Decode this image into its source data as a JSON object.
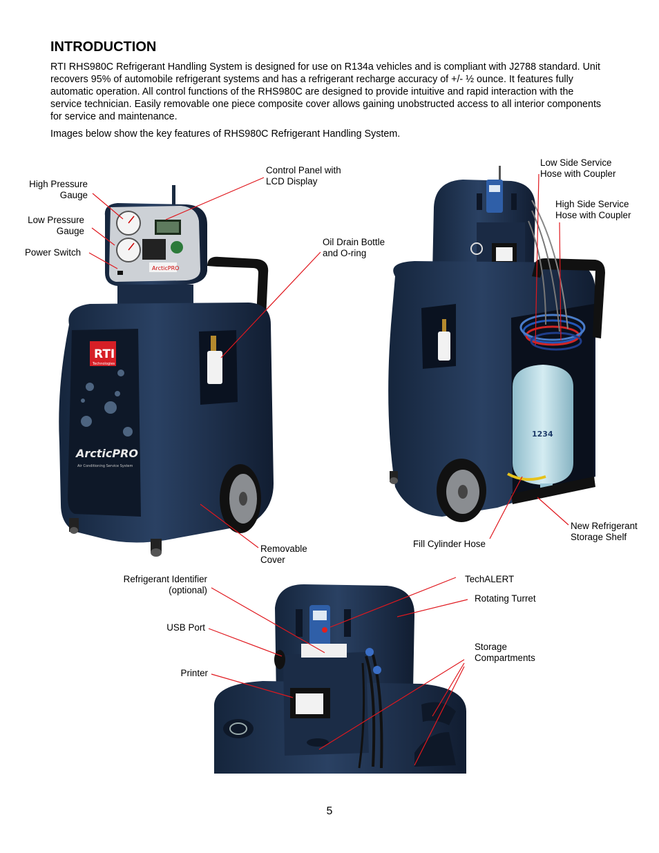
{
  "heading": "INTRODUCTION",
  "paragraphs": [
    "RTI RHS980C Refrigerant Handling System is designed for use on R134a vehicles and is compliant with J2788 standard.  Unit recovers 95% of automobile refrigerant systems and has a refrigerant recharge accuracy of +/- ½ ounce.   It features fully automatic operation.  All control functions of the RHS980C are designed to provide intuitive and rapid interaction with the service technician.  Easily removable one piece composite cover allows gaining unobstructed access to all interior components for service and maintenance.",
    "Images below show the key features of RHS980C Refrigerant Handling System."
  ],
  "labels": {
    "high_pressure_gauge": [
      "High Pressure",
      "Gauge"
    ],
    "low_pressure_gauge": [
      "Low Pressure",
      "Gauge"
    ],
    "power_switch": [
      "Power Switch"
    ],
    "control_panel": [
      "Control Panel with",
      "LCD Display"
    ],
    "oil_drain_bottle": [
      "Oil Drain Bottle",
      "and O-ring"
    ],
    "removable_cover": [
      "Removable",
      "Cover"
    ],
    "low_side_hose": [
      "Low Side Service",
      "Hose with Coupler"
    ],
    "high_side_hose": [
      "High Side Service",
      "Hose with Coupler"
    ],
    "fill_cylinder_hose": [
      "Fill Cylinder Hose"
    ],
    "refrigerant_shelf": [
      "New Refrigerant",
      "Storage Shelf"
    ],
    "refrigerant_identifier": [
      "Refrigerant Identifier",
      "(optional)"
    ],
    "usb_port": [
      "USB Port"
    ],
    "printer": [
      "Printer"
    ],
    "techalert": [
      "TechALERT"
    ],
    "rotating_turret": [
      "Rotating Turret"
    ],
    "storage_compartments": [
      "Storage",
      "Compartments"
    ]
  },
  "branding": {
    "logo_text": "RTI",
    "logo_sub": "Technologies",
    "product_name": "ArcticPRO",
    "product_tagline": "Air Conditioning Service System",
    "tank_text": "1234"
  },
  "page_number": "5",
  "colors": {
    "unit_body": "#1f3350",
    "unit_dark": "#0f1c30",
    "leader_line": "#e0181e",
    "cylinder": "#b8dbe6"
  }
}
